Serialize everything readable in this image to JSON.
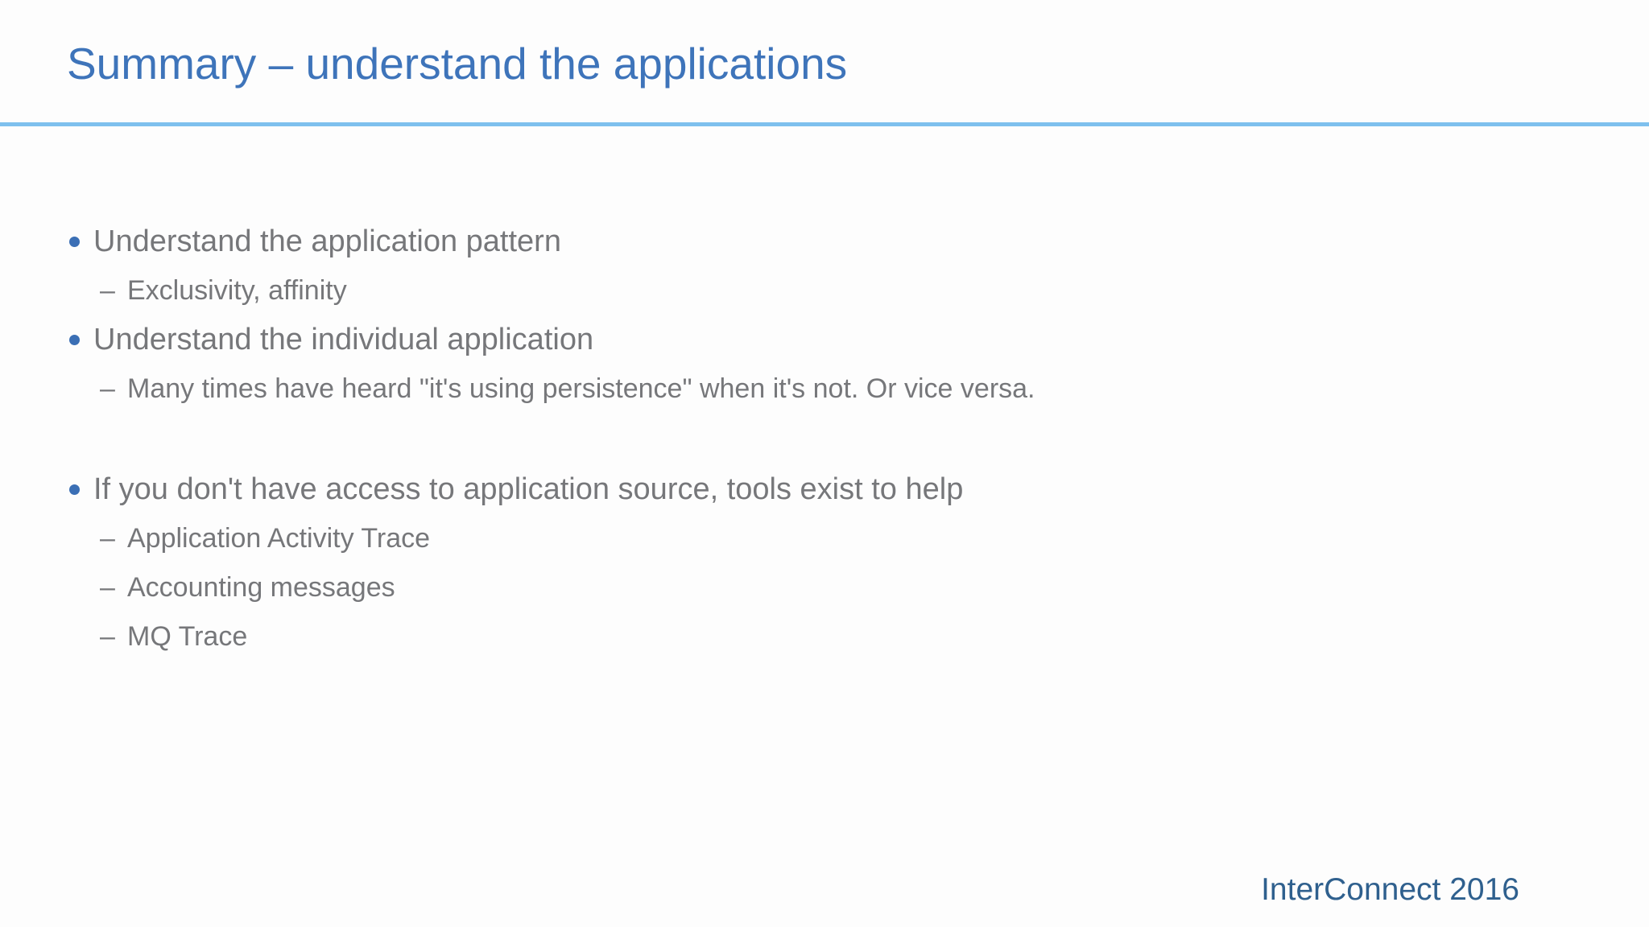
{
  "slide": {
    "title": "Summary – understand the applications",
    "footer": "InterConnect 2016",
    "bullets": [
      {
        "level": 1,
        "text": "Understand the application pattern"
      },
      {
        "level": 2,
        "text": "Exclusivity, affinity"
      },
      {
        "level": 1,
        "text": "Understand the individual application"
      },
      {
        "level": 2,
        "text": "Many times have heard \"it's using persistence\" when it's not. Or vice versa."
      },
      {
        "level": 0,
        "text": ""
      },
      {
        "level": 1,
        "text": "If you don't have access to application source, tools exist to help"
      },
      {
        "level": 2,
        "text": "Application Activity Trace"
      },
      {
        "level": 2,
        "text": "Accounting messages"
      },
      {
        "level": 2,
        "text": "MQ Trace"
      }
    ],
    "markers": {
      "level2_dash": "–"
    },
    "colors": {
      "title_blue": "#3e74ba",
      "divider_light_blue": "#7ec0ee",
      "bullet_dot_blue": "#3b6fb5",
      "body_gray": "#76777a",
      "footer_blue": "#2f608e",
      "background": "#fdfdfd"
    }
  }
}
